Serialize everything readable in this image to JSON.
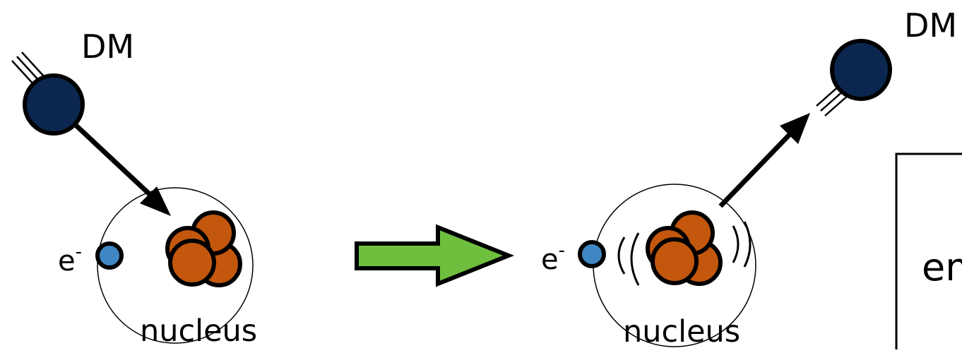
{
  "left_panel": {
    "particle_label": "DM",
    "electron_label": "e",
    "electron_sup": "-",
    "nucleus_label": "nucleus"
  },
  "right_panel": {
    "particle_label": "DM",
    "electron_label": "e",
    "electron_sup": "-",
    "nucleus_label": "nucleus"
  },
  "box_text": "em",
  "colors": {
    "dm_fill": "#0b2750",
    "electron_fill": "#3f87c4",
    "nucleon_fill": "#c2570d",
    "arrow_fill": "#6fbf3f",
    "outline": "#000000"
  }
}
